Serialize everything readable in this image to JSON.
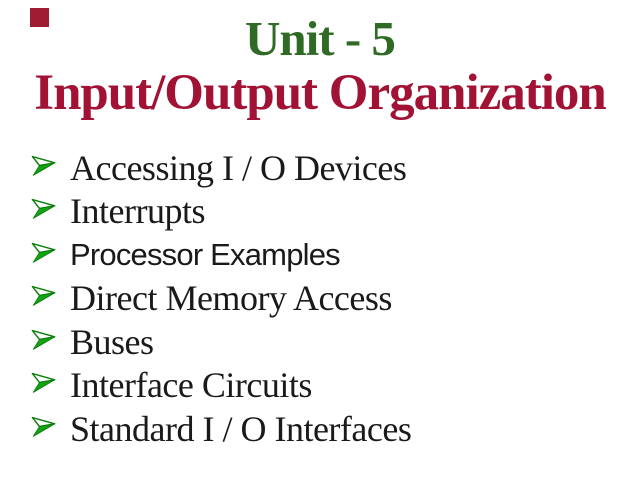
{
  "slide": {
    "title": "Unit - 5",
    "subtitle": "Input/Output Organization",
    "bullets": [
      "Accessing I / O Devices",
      "Interrupts",
      "Processor Examples",
      "Direct Memory Access",
      "Buses",
      "Interface Circuits",
      "Standard I / O Interfaces"
    ],
    "colors": {
      "title_green": "#2F6B25",
      "subtitle_red": "#A21234",
      "bullet_arrow_green": "#13A313",
      "accent_square_red": "#9E1B32",
      "body_text": "#1A1A1A",
      "background": "#FFFFFF"
    }
  }
}
